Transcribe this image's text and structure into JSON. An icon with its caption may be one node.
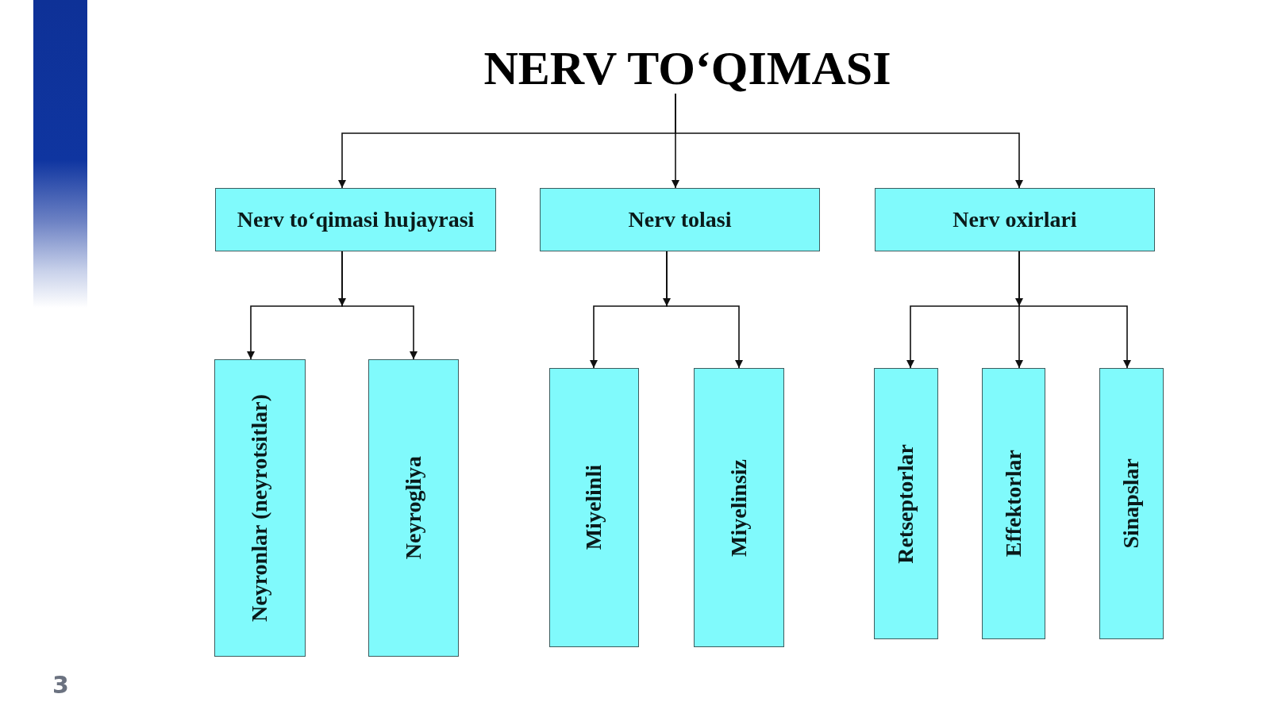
{
  "diagram": {
    "nodes": [
      {
        "text": [
          "NERV TO‘QIMASI"
        ]
      },
      {
        "text": [
          "Nerv to‘qimasi hujayrasi"
        ]
      },
      {
        "text": [
          "Nerv tolasi"
        ]
      },
      {
        "text": [
          "Nerv oxirlari"
        ]
      },
      {
        "text": [
          "Neyronlar (neyrotsitlar)"
        ]
      },
      {
        "text": [
          "Neyrogliya"
        ]
      },
      {
        "text": [
          "Miyelinli"
        ]
      },
      {
        "text": [
          "Miyelinsiz"
        ]
      },
      {
        "text": [
          "Retseptorlar"
        ]
      },
      {
        "text": [
          "Effektorlar"
        ]
      },
      {
        "text": [
          "Sinapslar"
        ]
      },
      {
        "text": [],
        "shape": "bar"
      }
    ],
    "edges": [
      {
        "from": 0,
        "to": 1,
        "arrow": "to"
      },
      {
        "from": 0,
        "to": 2,
        "arrow": "to"
      },
      {
        "from": 0,
        "to": 3,
        "arrow": "to"
      },
      {
        "from": 1,
        "to": 4,
        "arrow": "to"
      },
      {
        "from": 1,
        "to": 5,
        "arrow": "to"
      },
      {
        "from": 2,
        "to": 6,
        "arrow": "to"
      },
      {
        "from": 2,
        "to": 7,
        "arrow": "to"
      },
      {
        "from": 3,
        "to": 8,
        "arrow": "to"
      },
      {
        "from": 3,
        "to": 9,
        "arrow": "to"
      },
      {
        "from": 3,
        "to": 10,
        "arrow": "to"
      }
    ],
    "labels": [
      "3"
    ]
  }
}
